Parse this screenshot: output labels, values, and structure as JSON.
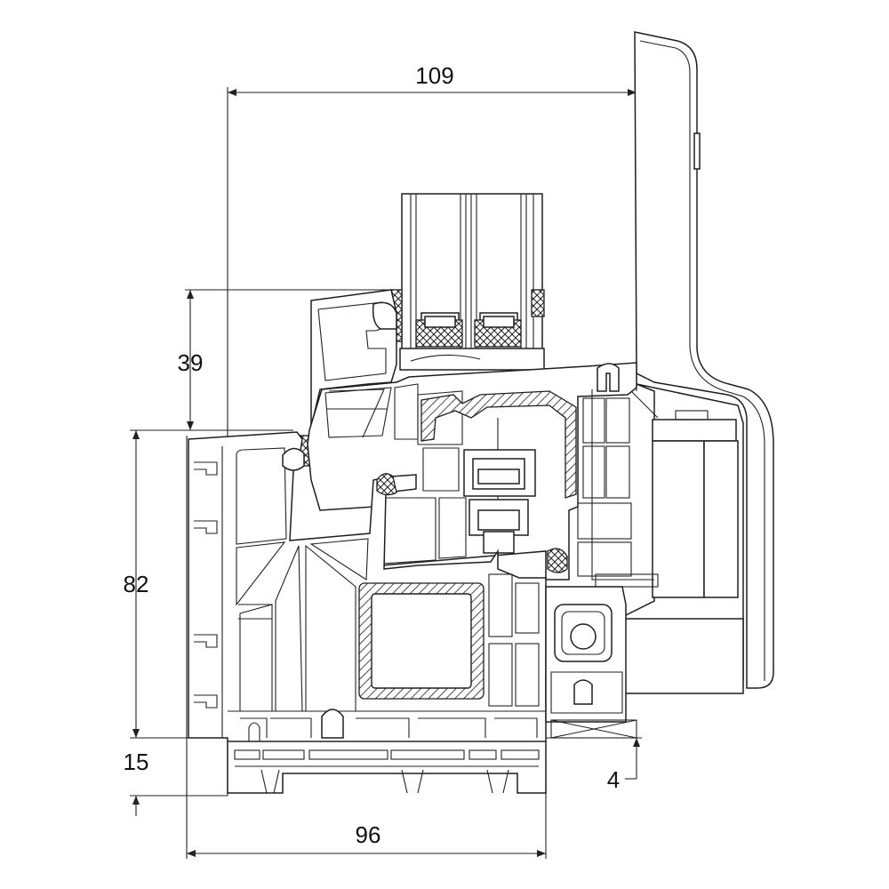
{
  "dimensions": {
    "overall_width": "109",
    "glazing_rebate": "39",
    "frame_height": "82",
    "bottom_offset": "15",
    "frame_depth": "96",
    "drip_offset": "4"
  },
  "colors": {
    "line": "#1e1e1e",
    "background": "#ffffff"
  }
}
